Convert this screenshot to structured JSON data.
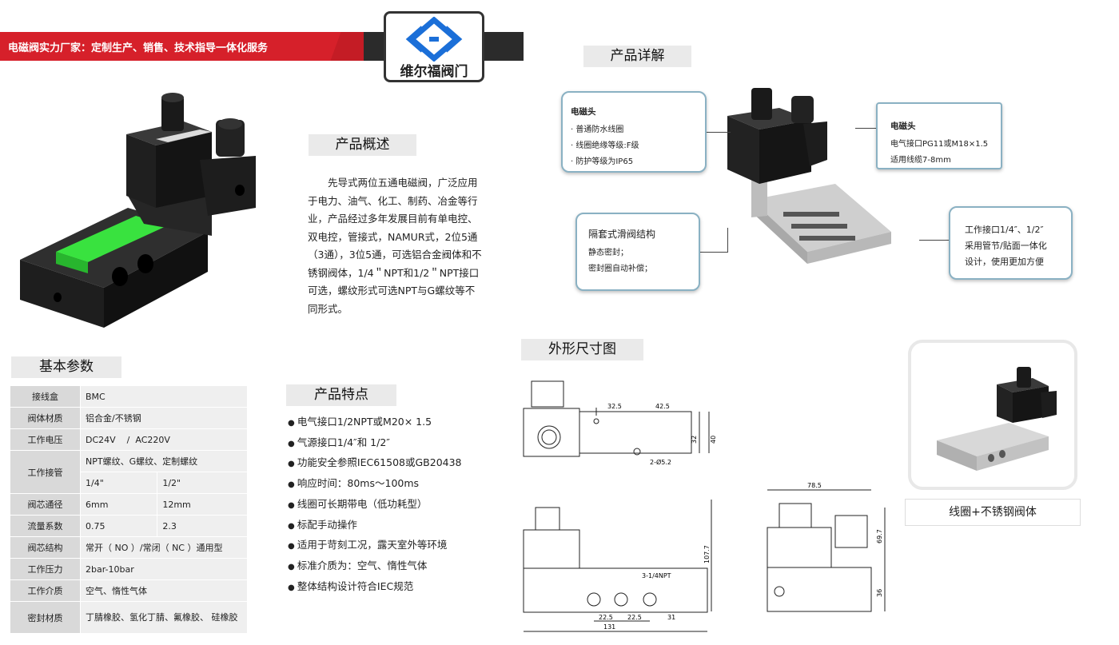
{
  "banner": {
    "text": "电磁阀实力厂家：定制生产、销售、技术指导一体化服务"
  },
  "logo": {
    "name": "维尔福阀门"
  },
  "sections": {
    "overview": "产品概述",
    "params": "基本参数",
    "features": "产品特点",
    "detail": "产品详解",
    "dimension": "外形尺寸图"
  },
  "overview_text": "先导式两位五通电磁阀，广泛应用于电力、油气、化工、制药、冶金等行业，产品经过多年发展目前有单电控、双电控，管接式，NAMUR式，2位5通（3通），3位5通，可选铝合金阀体和不锈钢阀体，1/4＂NPT和1/2＂NPT接口可选，螺纹形式可选NPT与G螺纹等不同形式。",
  "params": [
    {
      "key": "接线盒",
      "value": "BMC"
    },
    {
      "key": "阀体材质",
      "value": "铝合金/不锈钢"
    },
    {
      "key": "工作电压",
      "value": "DC24V    /  AC220V"
    },
    {
      "key": "工作接管",
      "value": "NPT螺纹、G螺纹、定制螺纹",
      "sub": [
        "1/4\"",
        "1/2\""
      ]
    },
    {
      "key": "阀芯通径",
      "value": "6mm",
      "value2": "12mm"
    },
    {
      "key": "流量系数",
      "value": "0.75",
      "value2": "2.3"
    },
    {
      "key": "阀芯结构",
      "value": "常开（ NO ）/常闭（  NC ）通用型"
    },
    {
      "key": "工作压力",
      "value": "2bar-10bar"
    },
    {
      "key": "工作介质",
      "value": "空气、惰性气体"
    },
    {
      "key": "密封材质",
      "value": "丁腈橡胶、氢化丁腈、氟橡胶、 硅橡胶"
    }
  ],
  "features": [
    "电气接口1/2NPT或M20× 1.5",
    "气源接口1/4″和 1/2″",
    "功能安全参照IEC61508或GB20438",
    "响应时间：80ms～100ms",
    "线圈可长期带电（低功耗型）",
    "标配手动操作",
    "适用于苛刻工况，露天室外等环境",
    "标准介质为：空气、惰性气体",
    "整体结构设计符合IEC规范"
  ],
  "callouts": {
    "coil_left": {
      "title": "电磁头",
      "lines": [
        "· 普通防水线圈",
        "· 线圈绝缘等级:F级",
        "· 防护等级为IP65"
      ]
    },
    "coil_right": {
      "title": "电磁头",
      "lines": [
        "电气接口PG11或M18×1.5",
        "适用线缆7-8mm"
      ]
    },
    "spool": {
      "title": "隔套式滑阀结构",
      "lines": [
        "静态密封；",
        "密封圈自动补偿；"
      ]
    },
    "port": {
      "lines": [
        "工作接口1/4″、1/2″",
        "采用管节/贴面一体化",
        "设计，使用更加方便"
      ]
    }
  },
  "dimensions": {
    "top_w1": "32.5",
    "top_w2": "42.5",
    "top_h1": "32",
    "top_h2": "40",
    "hole": "2-Ø5.2",
    "side_w": "78.5",
    "side_h1": "69.7",
    "side_h2": "36",
    "front_h": "107.7",
    "port": "3-1/4NPT",
    "b1": "22.5",
    "b2": "22.5",
    "b3": "31",
    "total": "131"
  },
  "thumb_caption": "线圈+不锈钢阀体",
  "colors": {
    "banner": "#d6202a",
    "logo_blue": "#1b6fd8",
    "callout_border": "#8ab1c3",
    "highlight_green": "#39e23f"
  }
}
